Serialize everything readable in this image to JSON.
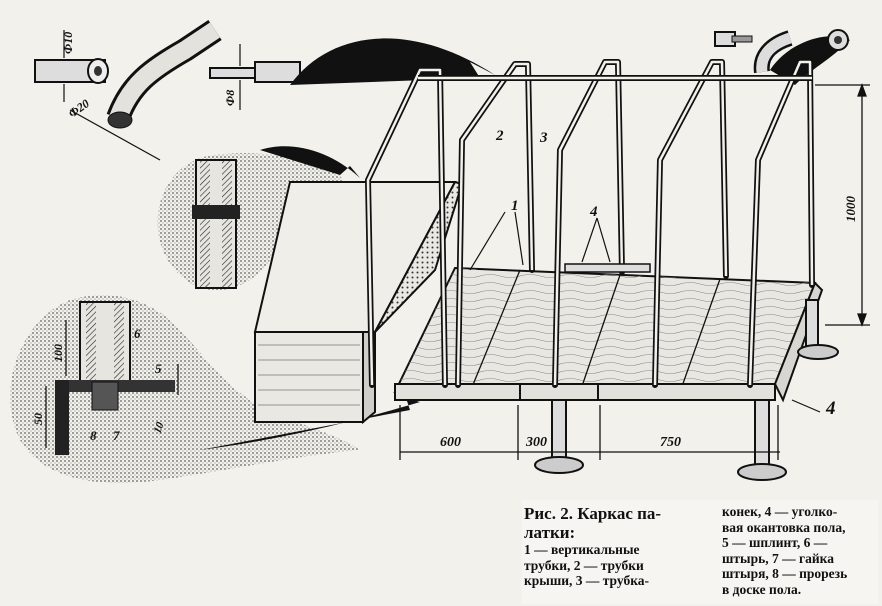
{
  "labels": {
    "part1": "1",
    "part2": "2",
    "part3": "3",
    "part4_top": "4",
    "part4_corner": "4",
    "part5": "5",
    "part6": "6",
    "part7": "7",
    "part8": "8"
  },
  "dimensions": {
    "tube_inner": "Ф10",
    "tube_outer": "Ф20",
    "pin_diameter": "Ф8",
    "height": "1000",
    "len_600": "600",
    "len_300": "300",
    "len_750": "750",
    "detail_100": "100",
    "detail_50": "50",
    "detail_10": "10"
  },
  "caption": {
    "title_line1": "Рис. 2. Каркас па-",
    "title_line2": "латки:",
    "left_lines": [
      "1 — вертикальные",
      "трубки, 2 — трубки",
      "крыши, 3 — трубка-"
    ],
    "right_lines": [
      "конек, 4 — уголко-",
      "вая окантовка пола,",
      "5 — шплинт, 6 —",
      "штырь, 7 — гайка",
      "штыря, 8 — прорезь",
      "в доске пола."
    ]
  },
  "colors": {
    "ink": "#111111",
    "paper": "#f2f1ec",
    "stipple": "#6b6b6b"
  }
}
